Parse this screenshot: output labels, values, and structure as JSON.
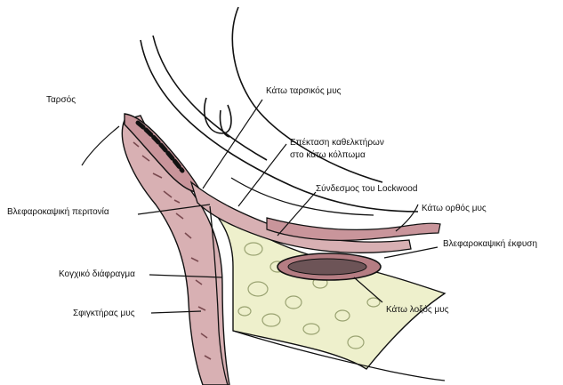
{
  "labels": {
    "tarsus": "Ταρσός",
    "inferior_tarsal_muscle": "Κάτω ταρσικός μυς",
    "suspensory_extension_line1": "Επέκταση καθελκτήρων",
    "suspensory_extension_line2": "στο κάτω κόλπωμα",
    "lockwood_ligament": "Σύνδεσμος του Lockwood",
    "palpebral_septum": "Βλεφαροκαψική περιτονία",
    "inferior_rectus": "Κάτω ορθός μυς",
    "capsulopalpebral_head": "Βλεφαροκαψική έκφυση",
    "orbital_septum": "Κογχικό διάφραγμα",
    "inferior_oblique": "Κάτω λοξός μυς",
    "orbicularis": "Σφιγκτήρας μυς"
  },
  "colors": {
    "ink": "#111111",
    "muscle_pink": "#d8b0b3",
    "muscle_dark": "#b57d83",
    "fat_yellow": "#eef0cc",
    "fat_lines": "#9aa372"
  }
}
